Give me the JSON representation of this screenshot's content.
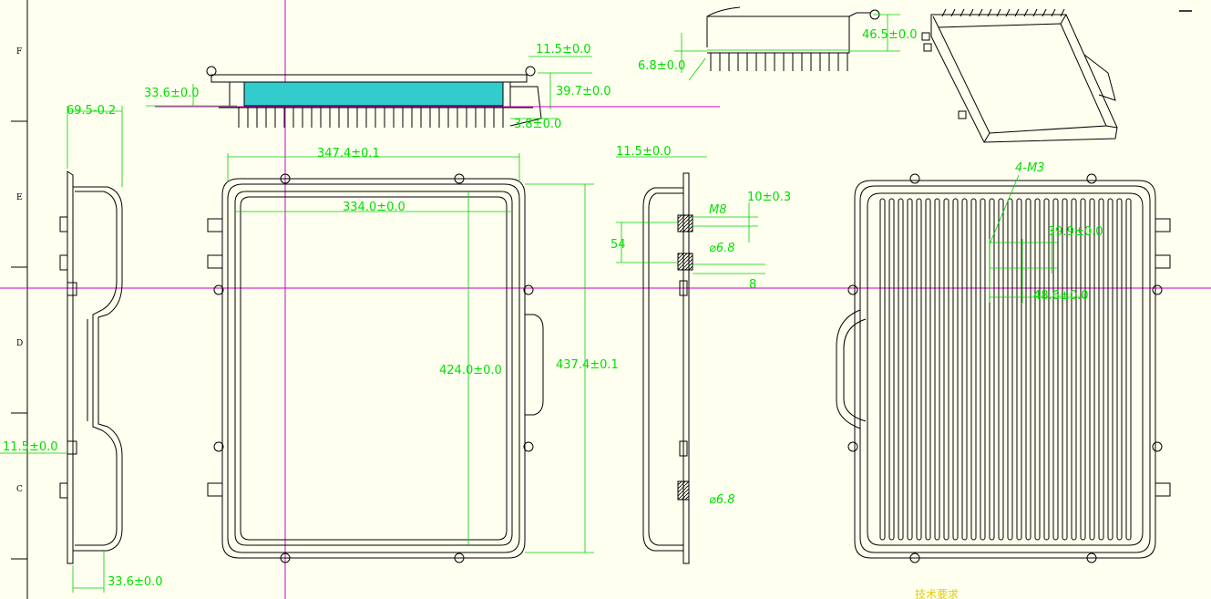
{
  "colors": {
    "background": "#fffff0",
    "dimension": "#00e000",
    "geometry": "#000000",
    "crosshair": "#cc00cc",
    "section_fill": "#33cccc",
    "note": "#e0d000"
  },
  "zones": [
    "F",
    "E",
    "D",
    "C"
  ],
  "dimensions": {
    "side_depth_top": "69.5-0.2",
    "side_tab_offset": "11.5±0.0",
    "side_bottom_depth": "33.6±0.0",
    "top_overall_height": "33.6±0.0",
    "top_offset": "11.5±0.0",
    "top_total_height": "39.7±0.0",
    "top_flange": "3.8±0.0",
    "front_overall_width": "347.4±0.1",
    "front_inner_width": "334.0±0.0",
    "front_inner_height": "424.0±0.0",
    "front_overall_height": "437.4±0.1",
    "sec_flange": "11.5±0.0",
    "sec_thread": "M8",
    "sec_depth": "10±0.3",
    "sec_pitch": "54",
    "sec_hole_1": "⌀6.8",
    "sec_step": "8",
    "sec_hole_2": "⌀6.8",
    "rear_thread": "4-M3",
    "rear_hole_v": "39.9±0.0",
    "rear_hole_h": "48.6±0.0",
    "detail_height": "46.5±0.0",
    "detail_fin": "6.8±0.0"
  },
  "notes": {
    "tech_req": "技术要求"
  },
  "ui": {
    "restore_button": "restore"
  }
}
